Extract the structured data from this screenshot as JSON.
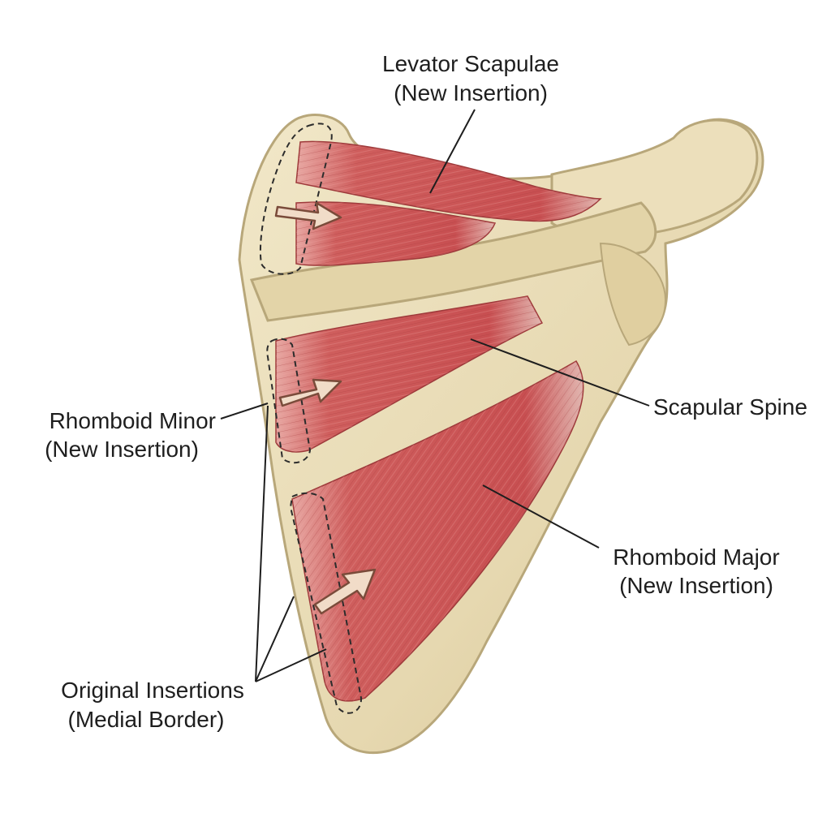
{
  "labels": {
    "levator": {
      "line1": "Levator Scapulae",
      "line2": "(New Insertion)"
    },
    "scapular_spine": {
      "line1": "Scapular Spine"
    },
    "rhomboid_minor": {
      "line1": "Rhomboid Minor",
      "line2": "(New Insertion)"
    },
    "rhomboid_major": {
      "line1": "Rhomboid Major",
      "line2": "(New Insertion)"
    },
    "original": {
      "line1": "Original Insertions",
      "line2": "(Medial Border)"
    }
  },
  "colors": {
    "bone": "#e8dcb8",
    "bone_edge": "#b8a77a",
    "muscle": "#cf5b5b",
    "muscle_dark": "#a83c3e",
    "tendon": "#e9d3cf",
    "arrow_fill": "#f1dcc8",
    "arrow_stroke": "#7a4b3a"
  }
}
